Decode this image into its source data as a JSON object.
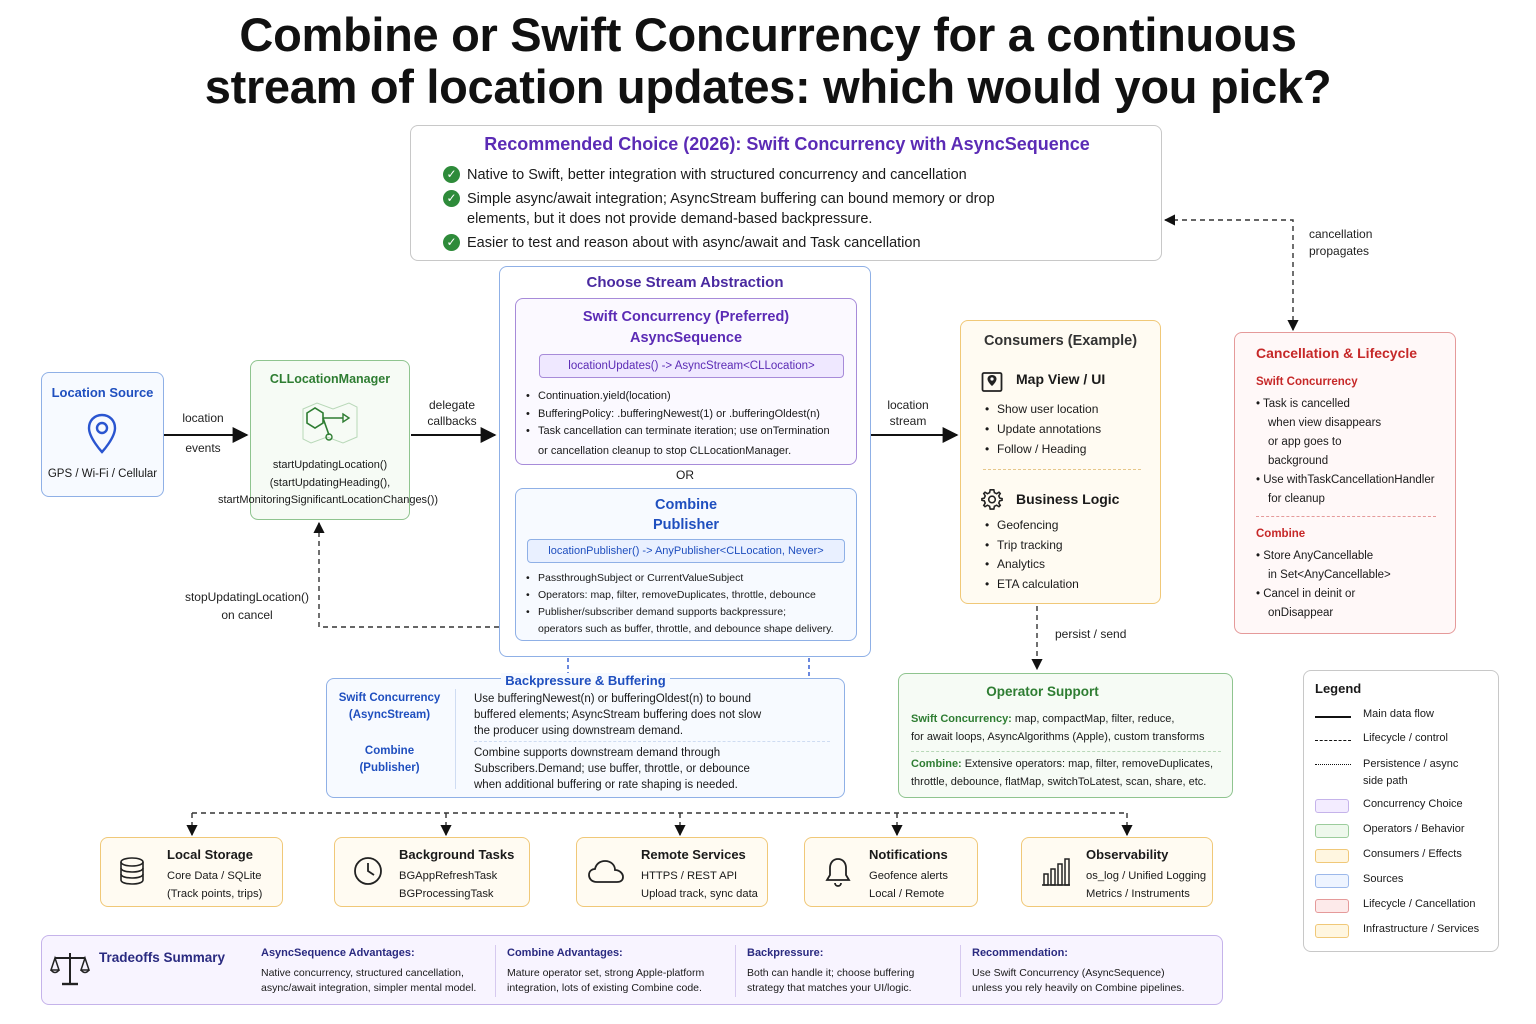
{
  "title": {
    "line1": "Combine or Swift Concurrency for a continuous",
    "line2": "stream of location updates: which would you pick?"
  },
  "recommended": {
    "heading": "Recommended Choice (2026): Swift Concurrency with AsyncSequence",
    "points": [
      "Native to Swift, better integration with structured concurrency and cancellation",
      "Simple async/await integration; AsyncStream buffering can bound memory or drop",
      "elements, but it does not provide demand-based backpressure.",
      "Easier to test and reason about with async/await and Task cancellation"
    ]
  },
  "source": {
    "heading": "Location Source",
    "sub": "GPS / Wi-Fi / Cellular"
  },
  "arrows": {
    "location_events_1": "location",
    "location_events_2": "events",
    "delegate_1": "delegate",
    "delegate_2": "callbacks",
    "stream_1": "location",
    "stream_2": "stream",
    "stop_1": "stopUpdatingLocation()",
    "stop_2": "on cancel",
    "cancel_1": "cancellation",
    "cancel_2": "propagates",
    "persist": "persist / send"
  },
  "manager": {
    "heading": "CLLocationManager",
    "line1": "startUpdatingLocation()",
    "line2": "(startUpdatingHeading(),",
    "line3": "startMonitoringSignificantLocationChanges())"
  },
  "abstraction": {
    "heading": "Choose Stream Abstraction",
    "or": "OR",
    "swift": {
      "heading1": "Swift Concurrency (Preferred)",
      "heading2": "AsyncSequence",
      "signature": "locationUpdates() -> AsyncStream<CLLocation>",
      "bullets": [
        "Continuation.yield(location)",
        "BufferingPolicy: .bufferingNewest(1) or .bufferingOldest(n)",
        "Task cancellation can terminate iteration; use onTermination",
        "or cancellation cleanup to stop CLLocationManager."
      ]
    },
    "combine": {
      "heading1": "Combine",
      "heading2": "Publisher",
      "signature": "locationPublisher() -> AnyPublisher<CLLocation, Never>",
      "bullets": [
        "PassthroughSubject or CurrentValueSubject",
        "Operators: map, filter, removeDuplicates, throttle, debounce",
        "Publisher/subscriber demand supports backpressure;",
        "operators such as buffer, throttle, and debounce shape delivery."
      ]
    }
  },
  "consumers": {
    "heading": "Consumers (Example)",
    "map_heading": "Map View / UI",
    "map_items": [
      "Show user location",
      "Update annotations",
      "Follow / Heading"
    ],
    "logic_heading": "Business Logic",
    "logic_items": [
      "Geofencing",
      "Trip tracking",
      "Analytics",
      "ETA calculation"
    ]
  },
  "lifecycle": {
    "heading": "Cancellation & Lifecycle",
    "swift_heading": "Swift Concurrency",
    "swift_lines": [
      "Task is cancelled",
      "when view disappears",
      "or app goes to",
      "background",
      "Use withTaskCancellationHandler",
      "for cleanup"
    ],
    "combine_heading": "Combine",
    "combine_lines": [
      "Store AnyCancellable",
      "in Set<AnyCancellable>",
      "Cancel in deinit or",
      "onDisappear"
    ]
  },
  "backpressure": {
    "heading": "Backpressure & Buffering",
    "swift_label1": "Swift Concurrency",
    "swift_label2": "(AsyncStream)",
    "swift_text": [
      "Use bufferingNewest(n) or bufferingOldest(n) to bound",
      "buffered elements; AsyncStream buffering does not slow",
      "the producer using downstream demand."
    ],
    "combine_label1": "Combine",
    "combine_label2": "(Publisher)",
    "combine_text": [
      "Combine supports downstream demand through",
      "Subscribers.Demand; use buffer, throttle, or debounce",
      "when additional buffering or rate shaping is needed."
    ]
  },
  "operators": {
    "heading": "Operator Support",
    "swift_prefix": "Swift Concurrency:",
    "swift_text1": " map, compactMap, filter, reduce,",
    "swift_text2": "for await loops, AsyncAlgorithms (Apple), custom transforms",
    "combine_prefix": "Combine:",
    "combine_text1": " Extensive operators: map, filter, removeDuplicates,",
    "combine_text2": "throttle, debounce, flatMap, switchToLatest, scan, share, etc."
  },
  "legend": {
    "heading": "Legend",
    "main": "Main data flow",
    "lifecycle": "Lifecycle / control",
    "persist1": "Persistence / async",
    "persist2": "side path",
    "items": [
      {
        "label": "Concurrency Choice",
        "color": "#c5b3ea",
        "fill": "#f3ecff"
      },
      {
        "label": "Operators / Behavior",
        "color": "#9ccc9c",
        "fill": "#eef8ec"
      },
      {
        "label": "Consumers / Effects",
        "color": "#f0c878",
        "fill": "#fff6e0"
      },
      {
        "label": "Sources",
        "color": "#9cb8ea",
        "fill": "#eef4ff"
      },
      {
        "label": "Lifecycle / Cancellation",
        "color": "#e59a9a",
        "fill": "#fdeaea"
      },
      {
        "label": "Infrastructure / Services",
        "color": "#f0c878",
        "fill": "#fff6e0"
      }
    ]
  },
  "services": [
    {
      "title": "Local Storage",
      "l1": "Core Data / SQLite",
      "l2": "(Track points, trips)",
      "icon": "database-icon"
    },
    {
      "title": "Background Tasks",
      "l1": "BGAppRefreshTask",
      "l2": "BGProcessingTask",
      "icon": "clock-icon"
    },
    {
      "title": "Remote Services",
      "l1": "HTTPS / REST API",
      "l2": "Upload track, sync data",
      "icon": "cloud-icon"
    },
    {
      "title": "Notifications",
      "l1": "Geofence alerts",
      "l2": "Local / Remote",
      "icon": "bell-icon"
    },
    {
      "title": "Observability",
      "l1": "os_log / Unified Logging",
      "l2": "Metrics / Instruments",
      "icon": "bar-chart-icon"
    }
  ],
  "tradeoffs": {
    "heading": "Tradeoffs Summary",
    "cols": [
      {
        "h": "AsyncSequence Advantages:",
        "l1": "Native concurrency, structured cancellation,",
        "l2": "async/await integration, simpler mental model."
      },
      {
        "h": "Combine Advantages:",
        "l1": "Mature operator set, strong Apple-platform",
        "l2": "integration, lots of existing Combine code."
      },
      {
        "h": "Backpressure:",
        "l1": "Both can handle it; choose buffering",
        "l2": "strategy that matches your UI/logic."
      },
      {
        "h": "Recommendation:",
        "l1": "Use Swift Concurrency (AsyncSequence)",
        "l2": "unless you rely heavily on Combine pipelines."
      }
    ]
  }
}
